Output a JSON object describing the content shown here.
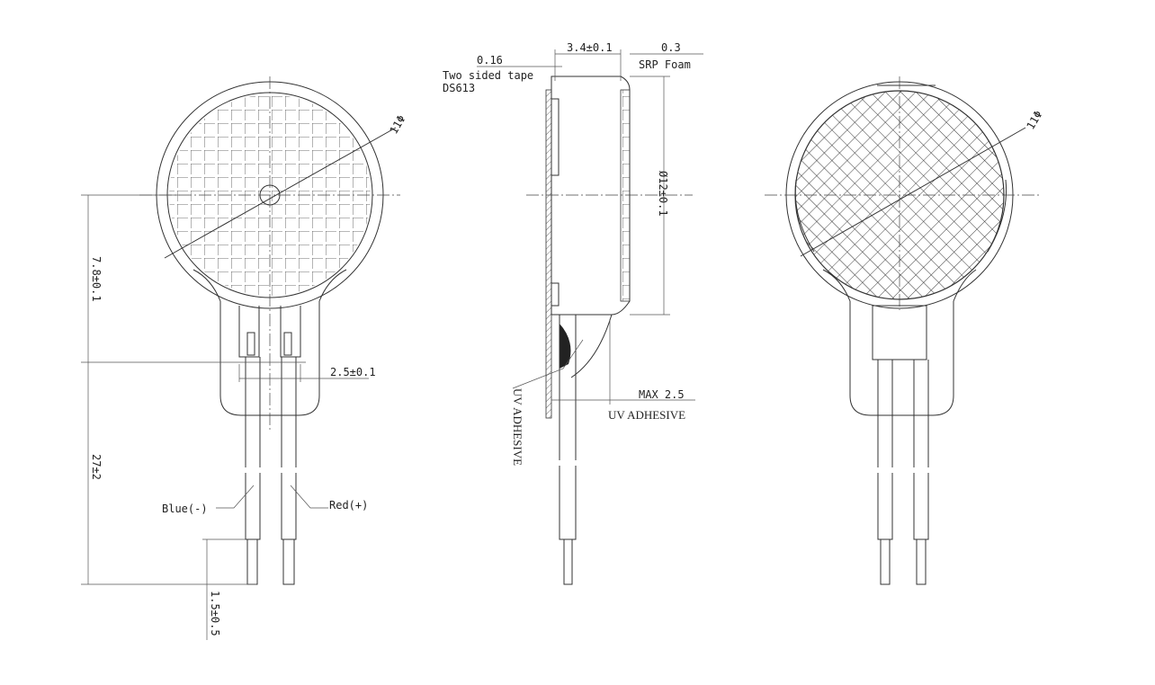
{
  "front_view": {
    "diameter_label": "11Φ",
    "height_dim": "7.8±0.1",
    "pitch_dim": "2.5±0.1",
    "lead_dim": "27±2",
    "strip_dim": "1.5±0.5",
    "wire_negative": "Blue(-)",
    "wire_positive": "Red(+)"
  },
  "side_view": {
    "thickness_dim": "3.4±0.1",
    "foam_dim": "0.3",
    "foam_label": "SRP Foam",
    "tape_dim": "0.16",
    "tape_label_1": "Two sided tape",
    "tape_label_2": "DS613",
    "diameter_dim": "Ø12±0.1",
    "max_dim": "MAX 2.5",
    "adhesive_label": "UV ADHESIVE",
    "adhesive_label_vertical": "UV ADHESIVE"
  },
  "back_view": {
    "diameter_label": "11Φ"
  },
  "colors": {
    "line": "#333333",
    "background": "#ffffff"
  }
}
